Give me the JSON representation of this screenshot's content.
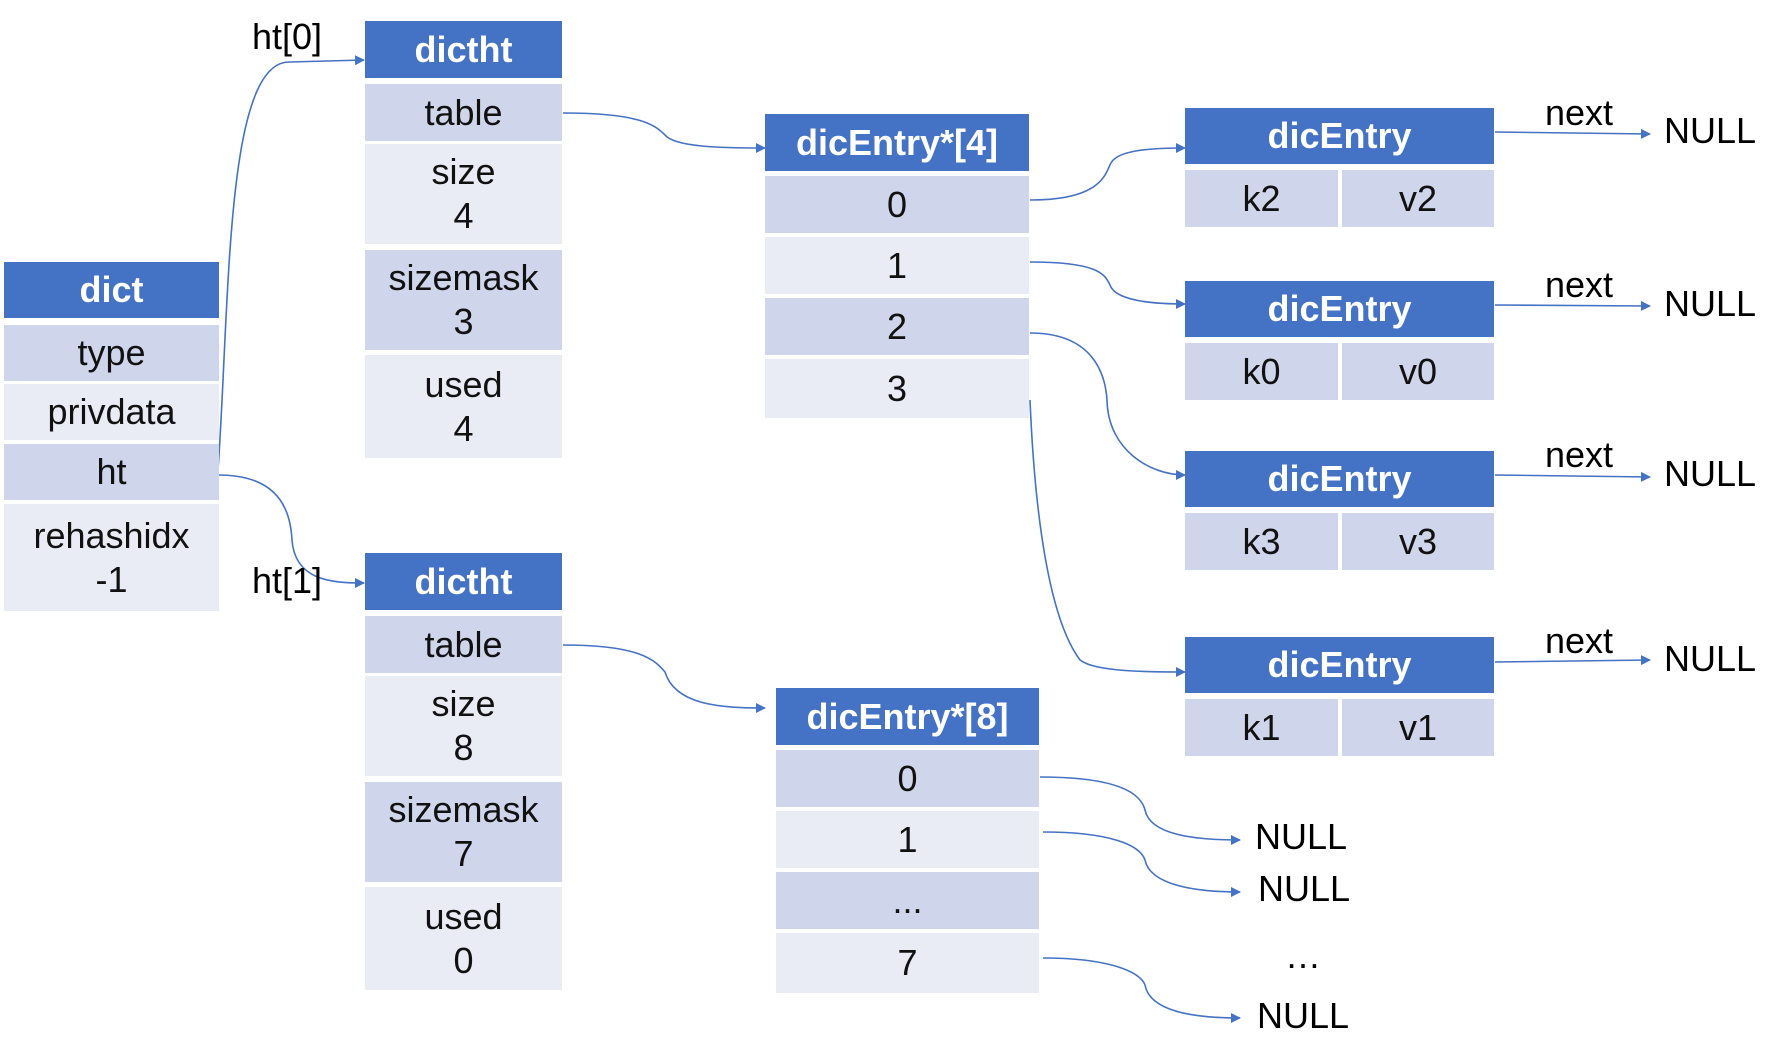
{
  "colors": {
    "header": "#4472C4",
    "row_dark": "#CFD5EA",
    "row_light": "#E9EBF5",
    "line": "#4472C4"
  },
  "dict": {
    "header": "dict",
    "rows": [
      "type",
      "privdata",
      "ht",
      "rehashidx",
      "-1"
    ]
  },
  "ht0_label": "ht[0]",
  "ht1_label": "ht[1]",
  "dictht0": {
    "header": "dictht",
    "table": "table",
    "size_label": "size",
    "size_value": "4",
    "sizemask_label": "sizemask",
    "sizemask_value": "3",
    "used_label": "used",
    "used_value": "4"
  },
  "dictht1": {
    "header": "dictht",
    "table": "table",
    "size_label": "size",
    "size_value": "8",
    "sizemask_label": "sizemask",
    "sizemask_value": "7",
    "used_label": "used",
    "used_value": "0"
  },
  "array4": {
    "header": "dicEntry*[4]",
    "slots": [
      "0",
      "1",
      "2",
      "3"
    ]
  },
  "array8": {
    "header": "dicEntry*[8]",
    "slots": [
      "0",
      "1",
      "...",
      "7"
    ]
  },
  "entries": [
    {
      "header": "dicEntry",
      "key": "k2",
      "value": "v2",
      "next_label": "next",
      "null_label": "NULL"
    },
    {
      "header": "dicEntry",
      "key": "k0",
      "value": "v0",
      "next_label": "next",
      "null_label": "NULL"
    },
    {
      "header": "dicEntry",
      "key": "k3",
      "value": "v3",
      "next_label": "next",
      "null_label": "NULL"
    },
    {
      "header": "dicEntry",
      "key": "k1",
      "value": "v1",
      "next_label": "next",
      "null_label": "NULL"
    }
  ],
  "array8_nulls": [
    "NULL",
    "NULL",
    "…",
    "NULL"
  ]
}
